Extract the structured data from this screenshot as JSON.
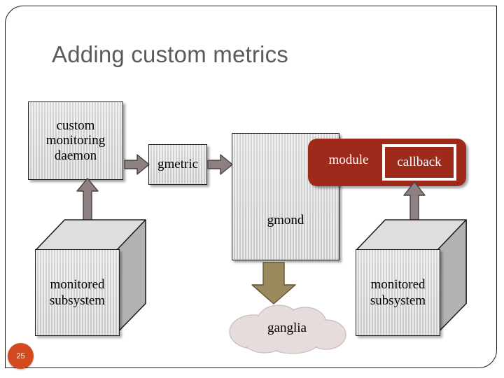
{
  "slide": {
    "title": "Adding custom metrics",
    "page_number": "25",
    "title_color": "#5b5b5b",
    "badge_color": "#d2491d",
    "frame_color": "#1a1a1a",
    "background": "#ffffff"
  },
  "diagram": {
    "type": "block-flow",
    "nodes": [
      {
        "id": "custom-monitoring-daemon",
        "label": "custom monitoring daemon",
        "shape": "rectangle",
        "fill": "#d8d8d8",
        "text_color": "#000000"
      },
      {
        "id": "gmetric",
        "label": "gmetric",
        "label_line1": "gmetri",
        "label_line2": "c",
        "shape": "rectangle",
        "fill": "#d8d8d8",
        "text_color": "#000000"
      },
      {
        "id": "gmond",
        "label": "gmond",
        "shape": "rectangle",
        "fill": "#d8d8d8",
        "text_color": "#000000"
      },
      {
        "id": "module",
        "label": "module",
        "shape": "rounded-rectangle",
        "fill": "#9e2a1c",
        "text_color": "#ffffff"
      },
      {
        "id": "callback",
        "label": "callback",
        "shape": "rectangle-outline",
        "fill": "#9e2a1c",
        "border_color": "#ffffff",
        "text_color": "#ffffff"
      },
      {
        "id": "monitored-subsystem-left",
        "label_line1": "monitored",
        "label_line2": "subsystem",
        "shape": "cube",
        "fill": "#d8d8d8",
        "text_color": "#000000"
      },
      {
        "id": "monitored-subsystem-right",
        "label_line1": "monitored",
        "label_line2": "subsystem",
        "shape": "cube",
        "fill": "#d8d8d8",
        "text_color": "#000000"
      },
      {
        "id": "ganglia",
        "label": "ganglia",
        "shape": "cloud",
        "fill": "#e6dcdc",
        "text_color": "#000000"
      }
    ],
    "arrows": [
      {
        "id": "daemon-to-gmetric",
        "direction": "right",
        "from": "custom-monitoring-daemon",
        "to": "gmetric",
        "color": "#8c8080"
      },
      {
        "id": "gmetric-to-gmond",
        "direction": "right",
        "from": "gmetric",
        "to": "gmond",
        "color": "#8c8080"
      },
      {
        "id": "daemon-to-monitored-subsystem-left",
        "direction": "both",
        "from": "custom-monitoring-daemon",
        "to": "monitored-subsystem-left",
        "color": "#8c8080"
      },
      {
        "id": "callback-to-monitored-subsystem-right",
        "direction": "both",
        "from": "callback",
        "to": "monitored-subsystem-right",
        "color": "#8c8080"
      },
      {
        "id": "gmond-to-ganglia",
        "direction": "down",
        "from": "gmond",
        "to": "ganglia",
        "color": "#9c8a5f"
      }
    ]
  }
}
